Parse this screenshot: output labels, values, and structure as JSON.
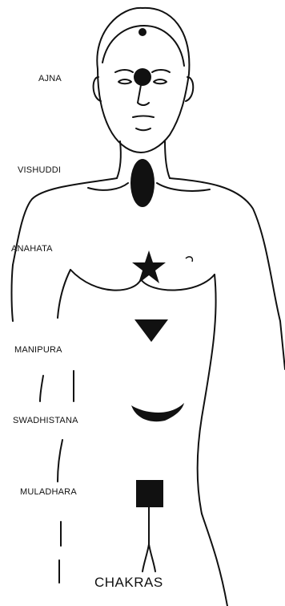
{
  "chakras": [
    {
      "name": "AJNA",
      "symbol": "dot-icon"
    },
    {
      "name": "VISHUDDI",
      "symbol": "ellipse-icon"
    },
    {
      "name": "ANAHATA",
      "symbol": "star-icon"
    },
    {
      "name": "MANIPURA",
      "symbol": "triangle-icon"
    },
    {
      "name": "SWADHISTANA",
      "symbol": "crescent-icon"
    },
    {
      "name": "MULADHARA",
      "symbol": "square-icon"
    }
  ],
  "caption": "CHAKRAS",
  "colors": {
    "ink": "#111111",
    "background": "#ffffff"
  }
}
